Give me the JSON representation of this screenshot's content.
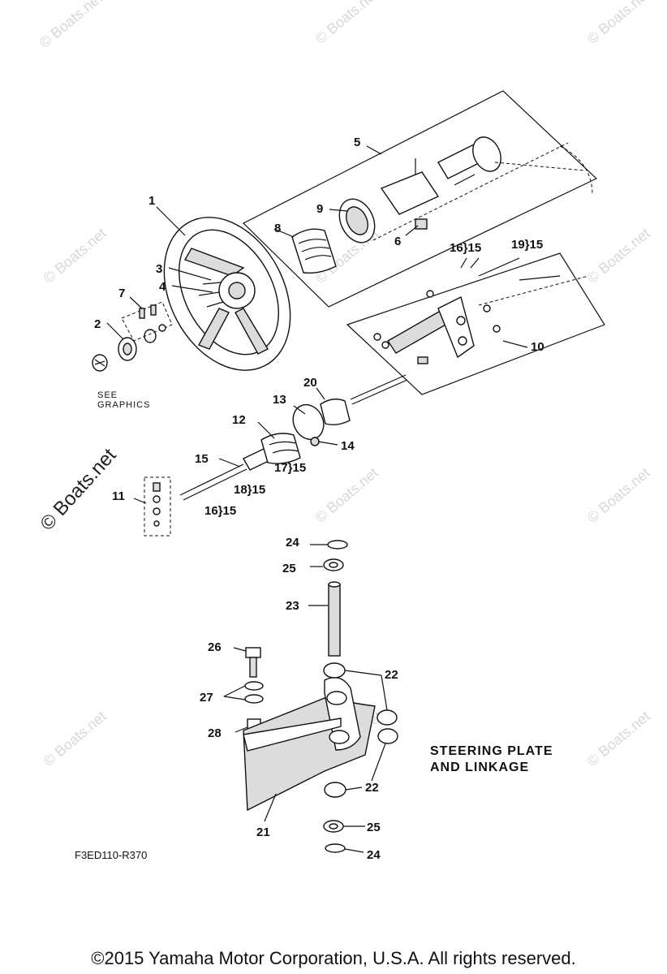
{
  "watermark": "© Boats.net",
  "part_labels": {
    "p1": "1",
    "p2": "2",
    "p3": "3",
    "p4": "4",
    "p5": "5",
    "p6": "6",
    "p7": "7",
    "p8": "8",
    "p9": "9",
    "p10": "10",
    "p11": "11",
    "p12": "12",
    "p13": "13",
    "p14": "14",
    "p15": "15",
    "p16a": "16}15",
    "p16b": "16}15",
    "p17": "17}15",
    "p18": "18}15",
    "p19": "19}15",
    "p20": "20",
    "p21": "21",
    "p22a": "22",
    "p22b": "22",
    "p23": "23",
    "p24a": "24",
    "p24b": "24",
    "p25a": "25",
    "p25b": "25",
    "p26": "26",
    "p27": "27",
    "p28": "28"
  },
  "see_graphics": {
    "line1": "SEE",
    "line2": "GRAPHICS"
  },
  "caption": {
    "line1": "STEERING PLATE",
    "line2": "AND LINKAGE"
  },
  "diagram_code": "F3ED110-R370",
  "footer": "©2015 Yamaha Motor Corporation, U.S.A. All rights reserved."
}
